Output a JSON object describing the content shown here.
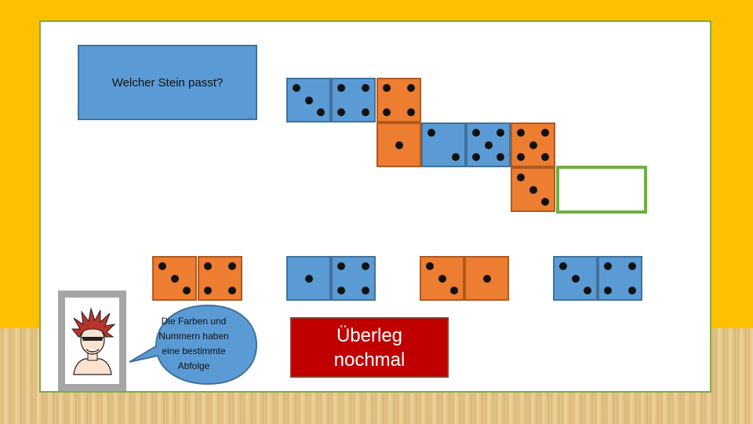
{
  "question": "Welcher Stein passt?",
  "hint": "Die Farben und Nummern haben eine bestimmte Abfolge",
  "feedback": "Überleg\nnochmal",
  "colors": {
    "blue": "#5b9bd5",
    "orange": "#ed7d31",
    "target_outline": "#70ad47",
    "feedback_bg": "#c00000"
  },
  "chain": [
    {
      "left": {
        "color": "blue",
        "value": 3
      },
      "right": {
        "color": "blue",
        "value": 4
      }
    },
    {
      "left": {
        "color": "orange",
        "value": 4
      },
      "right": {
        "color": "orange",
        "value": 1
      }
    },
    {
      "left": {
        "color": "blue",
        "value": 2
      },
      "right": {
        "color": "blue",
        "value": 5
      }
    },
    {
      "left": {
        "color": "orange",
        "value": 5
      },
      "right": {
        "color": "orange",
        "value": 3
      }
    }
  ],
  "target_slot": "empty",
  "choices": [
    {
      "left": {
        "color": "orange",
        "value": 3
      },
      "right": {
        "color": "orange",
        "value": 4
      }
    },
    {
      "left": {
        "color": "blue",
        "value": 1
      },
      "right": {
        "color": "blue",
        "value": 4
      }
    },
    {
      "left": {
        "color": "orange",
        "value": 3
      },
      "right": {
        "color": "orange",
        "value": 1
      }
    },
    {
      "left": {
        "color": "blue",
        "value": 3
      },
      "right": {
        "color": "blue",
        "value": 4
      }
    }
  ],
  "character_icon": "red-haired-boy-avatar"
}
